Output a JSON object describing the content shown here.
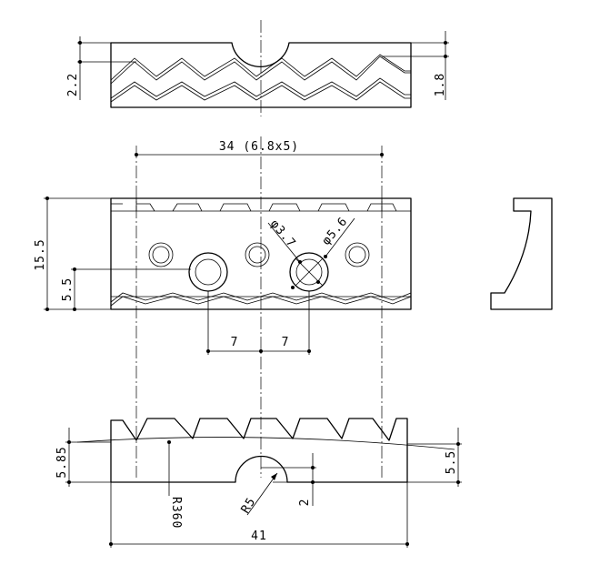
{
  "labels": {
    "top_view_left": "2.2",
    "top_view_right": "1.8",
    "overall_span": "34 (6.8x5)",
    "height_total": "15.5",
    "height_to_hole": "5.5",
    "small_hole": "φ3.7",
    "large_hole": "φ5.6",
    "hole_pitch_left": "7",
    "hole_pitch_right": "7",
    "radius_large": "R360",
    "radius_small": "R5",
    "relief_depth": "2",
    "base_left": "5.85",
    "base_right": "5.5",
    "overall_width": "41"
  }
}
